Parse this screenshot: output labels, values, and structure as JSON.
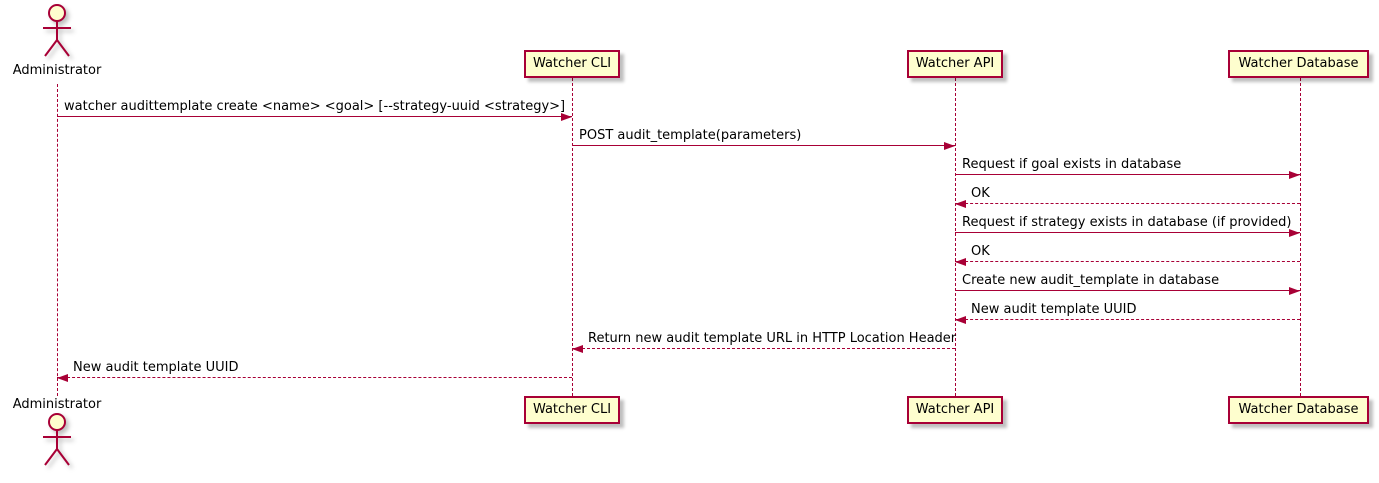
{
  "diagram": {
    "type": "sequence-diagram",
    "colors": {
      "line": "#A80036",
      "participant_fill": "#FEFECE",
      "text": "#000000",
      "background": "#FFFFFF"
    },
    "participants": [
      {
        "name": "Administrator",
        "kind": "actor"
      },
      {
        "name": "Watcher CLI",
        "kind": "participant"
      },
      {
        "name": "Watcher API",
        "kind": "participant"
      },
      {
        "name": "Watcher Database",
        "kind": "participant"
      }
    ],
    "messages": [
      {
        "text": "watcher audittemplate create <name> <goal> [--strategy-uuid <strategy>]",
        "from": "Administrator",
        "to": "Watcher CLI",
        "style": "solid"
      },
      {
        "text": "POST audit_template(parameters)",
        "from": "Watcher CLI",
        "to": "Watcher API",
        "style": "solid"
      },
      {
        "text": "Request if goal exists in database",
        "from": "Watcher API",
        "to": "Watcher Database",
        "style": "solid"
      },
      {
        "text": "OK",
        "from": "Watcher Database",
        "to": "Watcher API",
        "style": "dashed"
      },
      {
        "text": "Request if strategy exists in database (if provided)",
        "from": "Watcher API",
        "to": "Watcher Database",
        "style": "solid"
      },
      {
        "text": "OK",
        "from": "Watcher Database",
        "to": "Watcher API",
        "style": "dashed"
      },
      {
        "text": "Create new audit_template in database",
        "from": "Watcher API",
        "to": "Watcher Database",
        "style": "solid"
      },
      {
        "text": "New audit template UUID",
        "from": "Watcher Database",
        "to": "Watcher API",
        "style": "dashed"
      },
      {
        "text": "Return new audit template URL in HTTP Location Header",
        "from": "Watcher API",
        "to": "Watcher CLI",
        "style": "dashed"
      },
      {
        "text": "New audit template UUID",
        "from": "Watcher CLI",
        "to": "Administrator",
        "style": "dashed"
      }
    ]
  }
}
